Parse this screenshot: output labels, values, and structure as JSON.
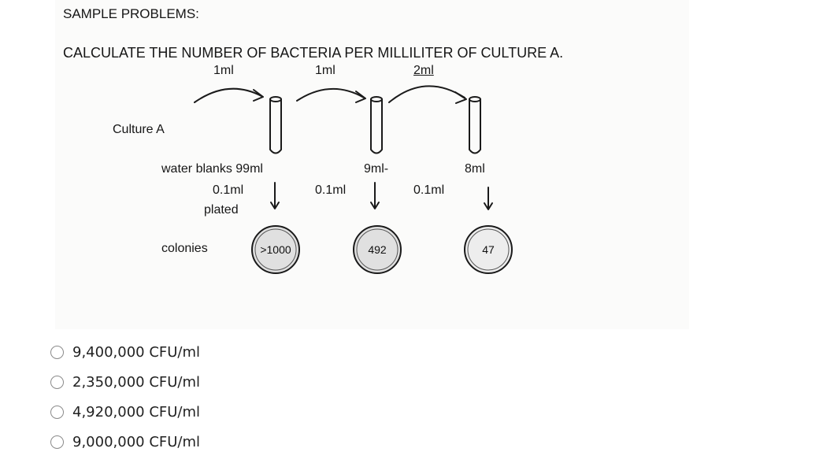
{
  "heading": "SAMPLE PROBLEMS:",
  "question": "CALCULATE THE NUMBER OF BACTERIA PER MILLILITER OF CULTURE A.",
  "diagram": {
    "culture_label": "Culture A",
    "transfer_volumes": [
      "1ml",
      "1ml",
      "2ml"
    ],
    "blank_label": "water blanks 99ml",
    "blank_volumes": [
      "9ml-",
      "8ml"
    ],
    "plated_volumes": [
      "0.1ml",
      "0.1ml",
      "0.1ml"
    ],
    "plated_label": "plated",
    "colonies_label": "colonies",
    "colony_counts": [
      ">1000",
      "492",
      "47"
    ]
  },
  "options": [
    {
      "label": "9,400,000 CFU/ml",
      "selected": false
    },
    {
      "label": "2,350,000 CFU/ml",
      "selected": false
    },
    {
      "label": "4,920,000 CFU/ml",
      "selected": false
    },
    {
      "label": "9,000,000 CFU/ml",
      "selected": false
    }
  ]
}
